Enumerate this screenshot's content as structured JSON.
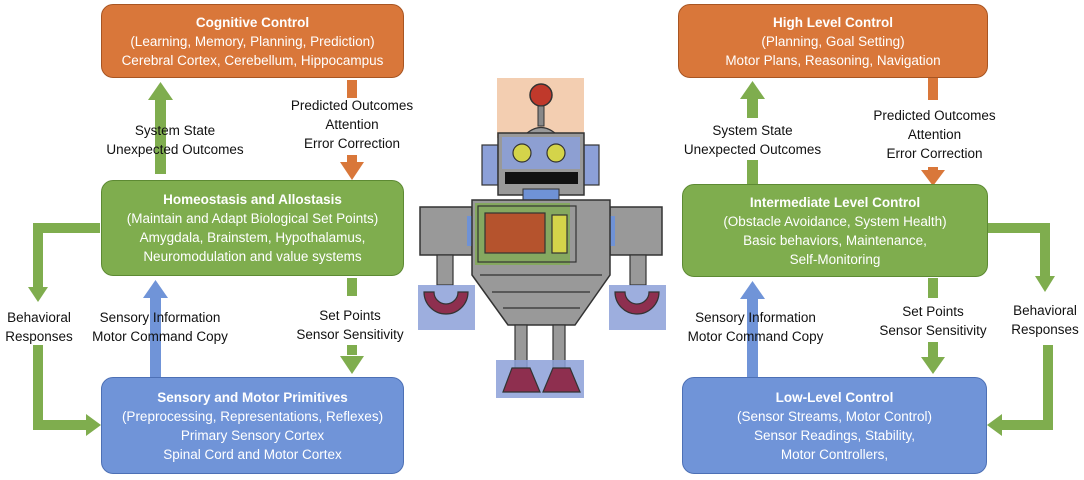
{
  "left": {
    "cognitive": {
      "title": "Cognitive Control",
      "line1": "(Learning, Memory, Planning, Prediction)",
      "line2": "Cerebral Cortex, Cerebellum, Hippocampus"
    },
    "homeostasis": {
      "title": "Homeostasis and Allostasis",
      "line1": "(Maintain and Adapt Biological Set Points)",
      "line2": "Amygdala, Brainstem, Hypothalamus,",
      "line3": "Neuromodulation and value systems"
    },
    "sensory": {
      "title": "Sensory and Motor Primitives",
      "line1": "(Preprocessing, Representations, Reflexes)",
      "line2": "Primary Sensory Cortex",
      "line3": "Spinal Cord and Motor Cortex"
    },
    "up_top": [
      "System State",
      "Unexpected Outcomes"
    ],
    "down_top": [
      "Predicted Outcomes",
      "Attention",
      "Error Correction"
    ],
    "up_bottom": [
      "Sensory Information",
      "Motor Command Copy"
    ],
    "down_bottom": [
      "Set Points",
      "Sensor Sensitivity"
    ],
    "behavioral": [
      "Behavioral",
      "Responses"
    ]
  },
  "right": {
    "high": {
      "title": "High Level Control",
      "line1": "(Planning, Goal Setting)",
      "line2": "Motor Plans, Reasoning, Navigation"
    },
    "intermediate": {
      "title": "Intermediate Level Control",
      "line1": "(Obstacle Avoidance, System Health)",
      "line2": "Basic behaviors, Maintenance,",
      "line3": "Self-Monitoring"
    },
    "low": {
      "title": "Low-Level Control",
      "line1": "(Sensor Streams, Motor Control)",
      "line2": "Sensor Readings, Stability,",
      "line3": "Motor Controllers,"
    },
    "up_top": [
      "System State",
      "Unexpected Outcomes"
    ],
    "down_top": [
      "Predicted Outcomes",
      "Attention",
      "Error Correction"
    ],
    "up_bottom": [
      "Sensory Information",
      "Motor Command Copy"
    ],
    "down_bottom": [
      "Set Points",
      "Sensor Sensitivity"
    ],
    "behavioral": [
      "Behavioral",
      "Responses"
    ]
  },
  "colors": {
    "orange": "#d9773a",
    "green": "#7fad4e",
    "blue": "#7094d8"
  },
  "robot": {
    "icon": "robot-icon"
  }
}
